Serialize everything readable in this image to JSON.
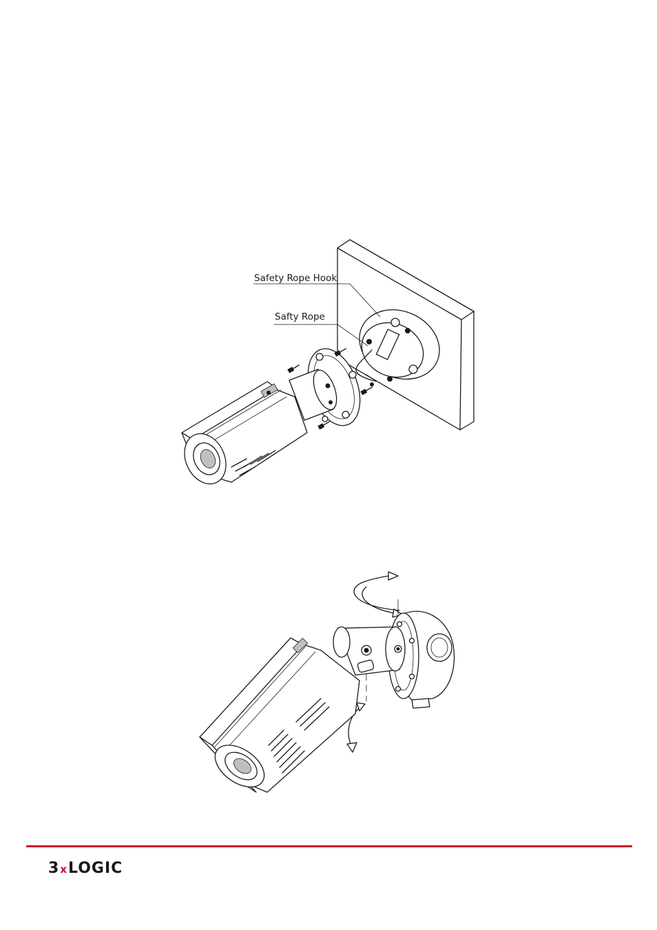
{
  "figure_1": {
    "callouts": {
      "safety_rope_hook": "Safety Rope Hook",
      "safety_rope": "Safty Rope"
    }
  },
  "footer": {
    "brand_prefix": "3",
    "brand_x": "x",
    "brand_name": "LOGIC",
    "rule_color": "#c8102e",
    "brand_accent": "#c8102e"
  }
}
